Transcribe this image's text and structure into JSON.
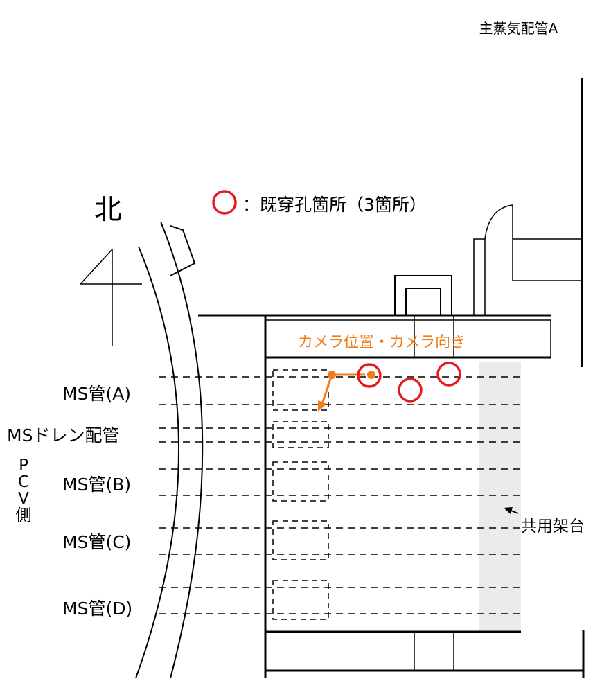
{
  "title": "主蒸気配管A",
  "north_label": "北",
  "legend": {
    "text": "：既穿孔箇所（3箇所）",
    "marker_color": "#e8191e"
  },
  "camera_label": "カメラ位置・カメラ向き",
  "camera_color": "#f07d1a",
  "pipes": [
    {
      "label": "MS管(A)"
    },
    {
      "label": "MSドレン配管"
    },
    {
      "label": "MS管(B)"
    },
    {
      "label": "MS管(C)"
    },
    {
      "label": "MS管(D)"
    }
  ],
  "pcv_label": [
    "P",
    "C",
    "V",
    "側"
  ],
  "shared_rack_label": "共用架台",
  "shared_rack_color": "#ebebeb"
}
